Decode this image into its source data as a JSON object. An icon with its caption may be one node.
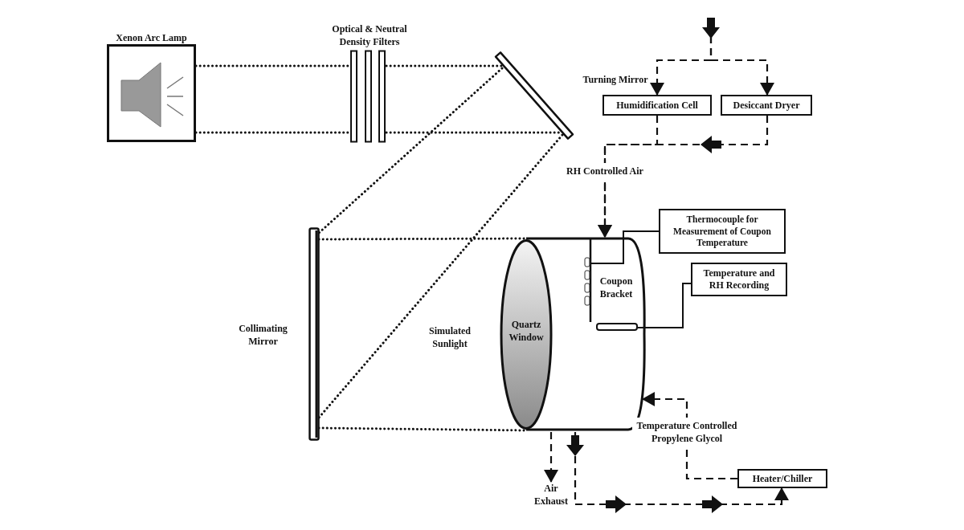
{
  "diagram": {
    "nodes": [
      {
        "text": [
          "Xenon Arc Lamp"
        ]
      },
      {
        "text": [],
        "shape": "bar",
        "beside": [
          "Optical & Neutral Density Filters"
        ]
      },
      {
        "text": [],
        "shape": "bar",
        "beside": [
          "Turning Mirror"
        ]
      },
      {
        "text": [],
        "shape": "bar",
        "beside": [
          "Collimating Mirror"
        ]
      },
      {
        "text": [],
        "shape": "cylinder"
      },
      {
        "text": [
          "Quartz Window"
        ],
        "in": 4
      },
      {
        "text": [
          "Coupon Bracket"
        ],
        "in": 4
      },
      {
        "text": [],
        "shape": "bar",
        "in": 4
      },
      {
        "text": [
          "Humidification Cell"
        ]
      },
      {
        "text": [
          "Desiccant Dryer"
        ]
      },
      {
        "text": [
          "Thermocouple for Measurement of Coupon Temperature"
        ]
      },
      {
        "text": [
          "Temperature and RH Recording"
        ]
      },
      {
        "text": [
          "Air Exhaust"
        ]
      },
      {
        "text": [
          "Heater/Chiller"
        ]
      }
    ],
    "edges": [
      {
        "from": 0,
        "to": 1,
        "arrow": "none",
        "style": "dashed"
      },
      {
        "from": 0,
        "to": 1,
        "arrow": "none",
        "style": "dashed"
      },
      {
        "from": 1,
        "to": 2,
        "arrow": "none",
        "style": "dashed"
      },
      {
        "from": 1,
        "to": 2,
        "arrow": "none",
        "style": "dashed"
      },
      {
        "from": 2,
        "to": 3,
        "arrow": "none",
        "style": "dashed"
      },
      {
        "from": 2,
        "to": 3,
        "arrow": "none",
        "style": "dashed"
      },
      {
        "from": 3,
        "to": 5,
        "arrow": "none",
        "style": "dashed"
      },
      {
        "from": 3,
        "to": 5,
        "arrow": "none",
        "style": "dashed"
      },
      {
        "from": null,
        "to": 8,
        "arrow": "to",
        "style": "dashed"
      },
      {
        "from": null,
        "to": 9,
        "arrow": "to",
        "style": "dashed"
      },
      {
        "from": 8,
        "to": 4,
        "arrow": "to",
        "style": "dashed",
        "label": "RH Controlled Air"
      },
      {
        "from": 9,
        "to": 4,
        "arrow": "to",
        "style": "dashed"
      },
      {
        "from": 4,
        "to": 12,
        "arrow": "to",
        "style": "dashed"
      },
      {
        "from": 4,
        "to": 13,
        "arrow": "to",
        "style": "dashed"
      },
      {
        "from": 13,
        "to": 4,
        "arrow": "to",
        "style": "dashed",
        "label": "Temperature Controlled Propylene Glycol"
      },
      {
        "from": 10,
        "to": 6,
        "arrow": "none"
      },
      {
        "from": 11,
        "to": 7,
        "arrow": "none"
      }
    ],
    "labels": [
      "Simulated Sunlight"
    ]
  }
}
